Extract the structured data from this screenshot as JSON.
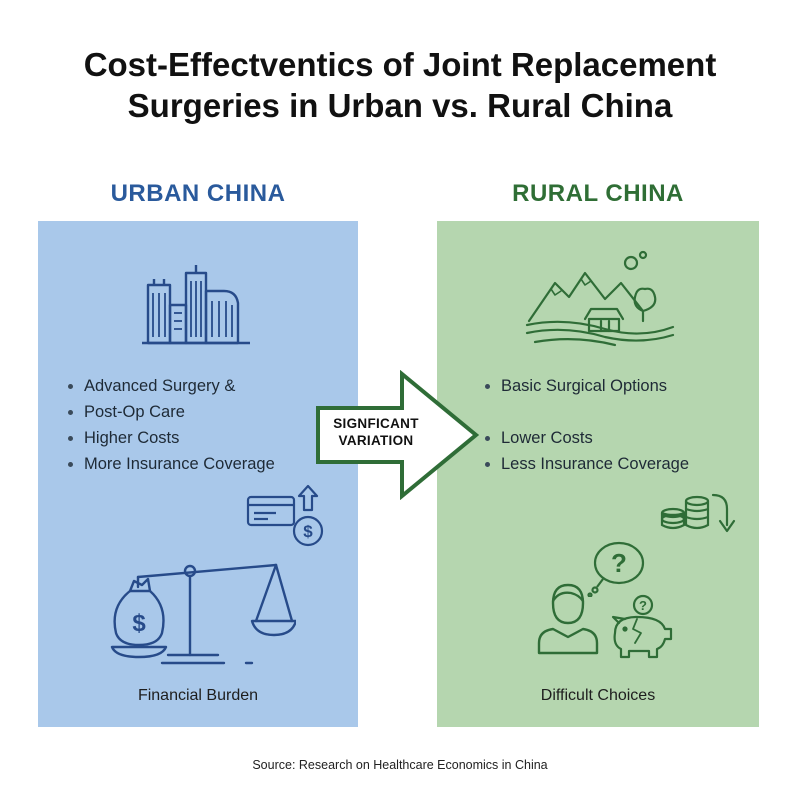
{
  "title": {
    "line1": "Cost-Effectventics of Joint Replacement",
    "line2": "Surgeries in Urban vs. Rural China"
  },
  "colors": {
    "urban_heading": "#2a5a9c",
    "rural_heading": "#2f6e35",
    "urban_panel": "#a9c8ea",
    "rural_panel": "#b5d6af",
    "urban_icon": "#274b8a",
    "rural_icon": "#2f6d37"
  },
  "urban": {
    "heading": "URBAN CHINA",
    "bullets": [
      "Advanced Surgery &",
      "Post-Op Care",
      "Higher Costs",
      "More Insurance Coverage"
    ],
    "caption": "Financial Burden",
    "icons": [
      "city-buildings-icon",
      "credit-card-icon",
      "dollar-coin-icon",
      "arrow-up-icon",
      "balance-scale-icon",
      "money-bag-icon"
    ]
  },
  "rural": {
    "heading": "RURAL CHINA",
    "bullets": [
      "Basic Surgical Options",
      "Lower Costs",
      "Less Insurance Coverage"
    ],
    "caption": "Difficult Choices",
    "icons": [
      "rural-landscape-icon",
      "coin-stack-icon",
      "arrow-down-icon",
      "thinking-person-icon",
      "question-bubble-icon",
      "broken-piggy-bank-icon"
    ]
  },
  "arrow": {
    "line1": "SIGNFICANT",
    "line2": "VARIATION"
  },
  "source": "Source: Research on Healthcare Economics in China"
}
